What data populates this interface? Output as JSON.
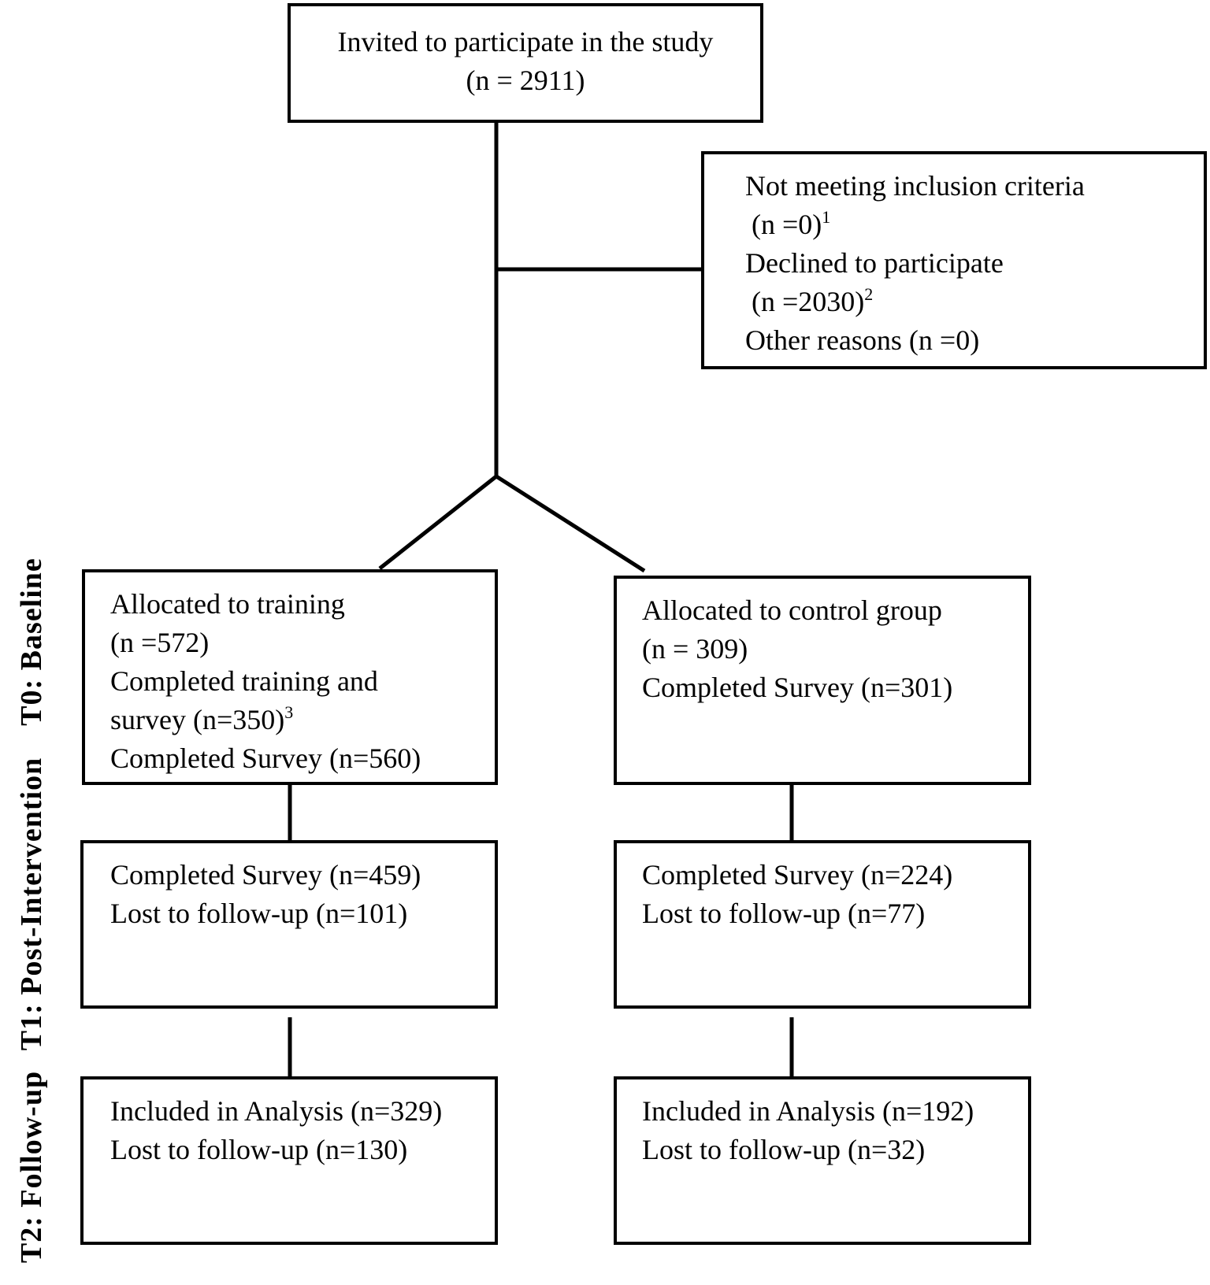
{
  "invited": {
    "line1": "Invited to participate in the study",
    "line2": "(n = 2911)"
  },
  "excluded": {
    "line1": "Not meeting inclusion criteria",
    "line2": "(n =0)",
    "line2_sup": "1",
    "line3": "Declined to participate",
    "line4": "(n =2030)",
    "line4_sup": "2",
    "line5": "Other reasons (n =0)"
  },
  "training_t0": {
    "line1": "Allocated to training",
    "line2": "(n =572)",
    "line3": "Completed training and",
    "line4": "survey (n=350)",
    "line4_sup": "3",
    "line5": "Completed Survey (n=560)"
  },
  "control_t0": {
    "line1": "Allocated to control group",
    "line2": "(n = 309)",
    "line3": "Completed Survey (n=301)"
  },
  "training_t1": {
    "line1": "Completed Survey (n=459)",
    "line2": "Lost to follow-up (n=101)"
  },
  "control_t1": {
    "line1": "Completed Survey (n=224)",
    "line2": "Lost to follow-up (n=77)"
  },
  "training_t2": {
    "line1": "Included in Analysis (n=329)",
    "line2": "Lost to follow-up (n=130)"
  },
  "control_t2": {
    "line1": "Included in Analysis (n=192)",
    "line2": "Lost to follow-up (n=32)"
  },
  "phases": {
    "t0": "T0:  Baseline",
    "t1": "T1: Post-Intervention",
    "t2": "T2: Follow-up"
  }
}
